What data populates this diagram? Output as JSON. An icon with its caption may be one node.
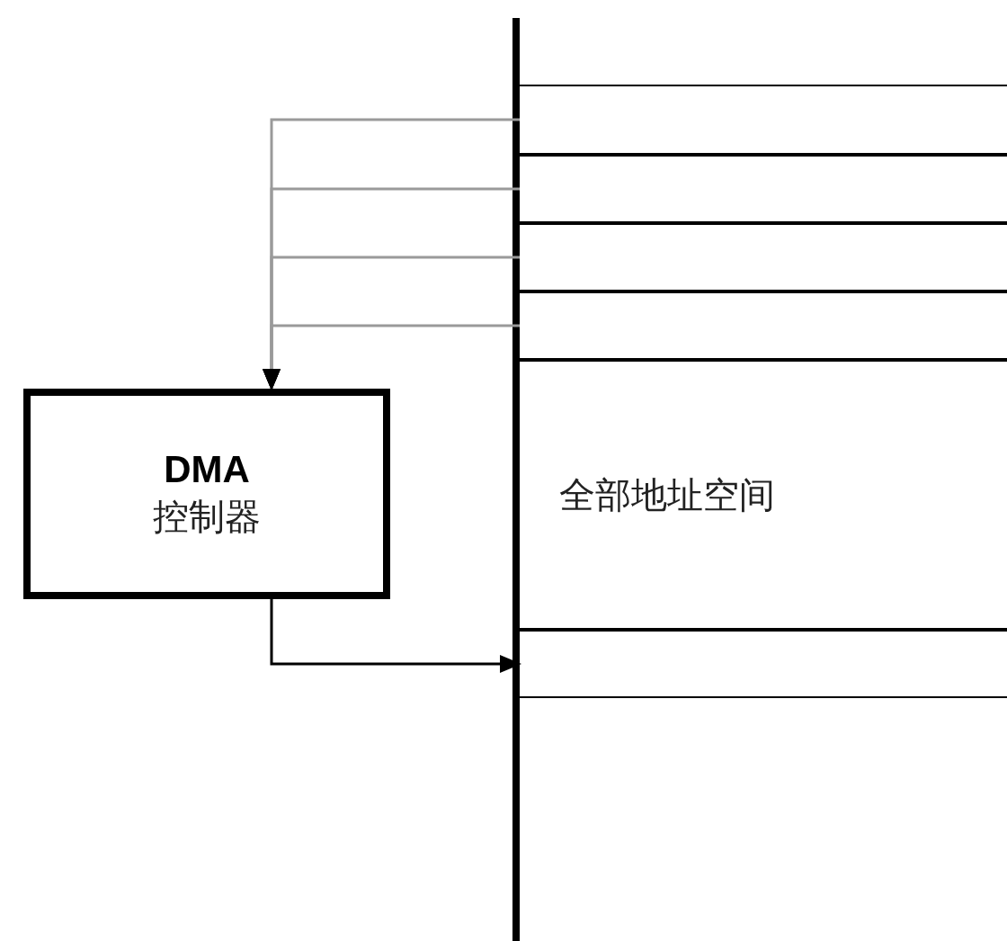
{
  "diagram": {
    "nodes": [
      {
        "text": [],
        "shape": "box"
      },
      {
        "text": [],
        "shape": "box"
      },
      {
        "text": [],
        "shape": "box"
      },
      {
        "text": [],
        "shape": "box"
      },
      {
        "text": [
          "DMA",
          "控制器"
        ]
      },
      {
        "text": [
          "全部地址空间"
        ]
      },
      {
        "text": [],
        "shape": "box"
      }
    ],
    "edges": [
      {
        "from": 0,
        "to": 4,
        "arrow": "to",
        "color": "#9a9a9a"
      },
      {
        "from": 1,
        "to": 4,
        "arrow": "to",
        "color": "#9a9a9a"
      },
      {
        "from": 2,
        "to": 4,
        "arrow": "to",
        "color": "#9a9a9a"
      },
      {
        "from": 3,
        "to": 4,
        "arrow": "to",
        "color": "#9a9a9a"
      },
      {
        "from": 4,
        "to": 6,
        "arrow": "to",
        "color": "#000000"
      }
    ]
  }
}
